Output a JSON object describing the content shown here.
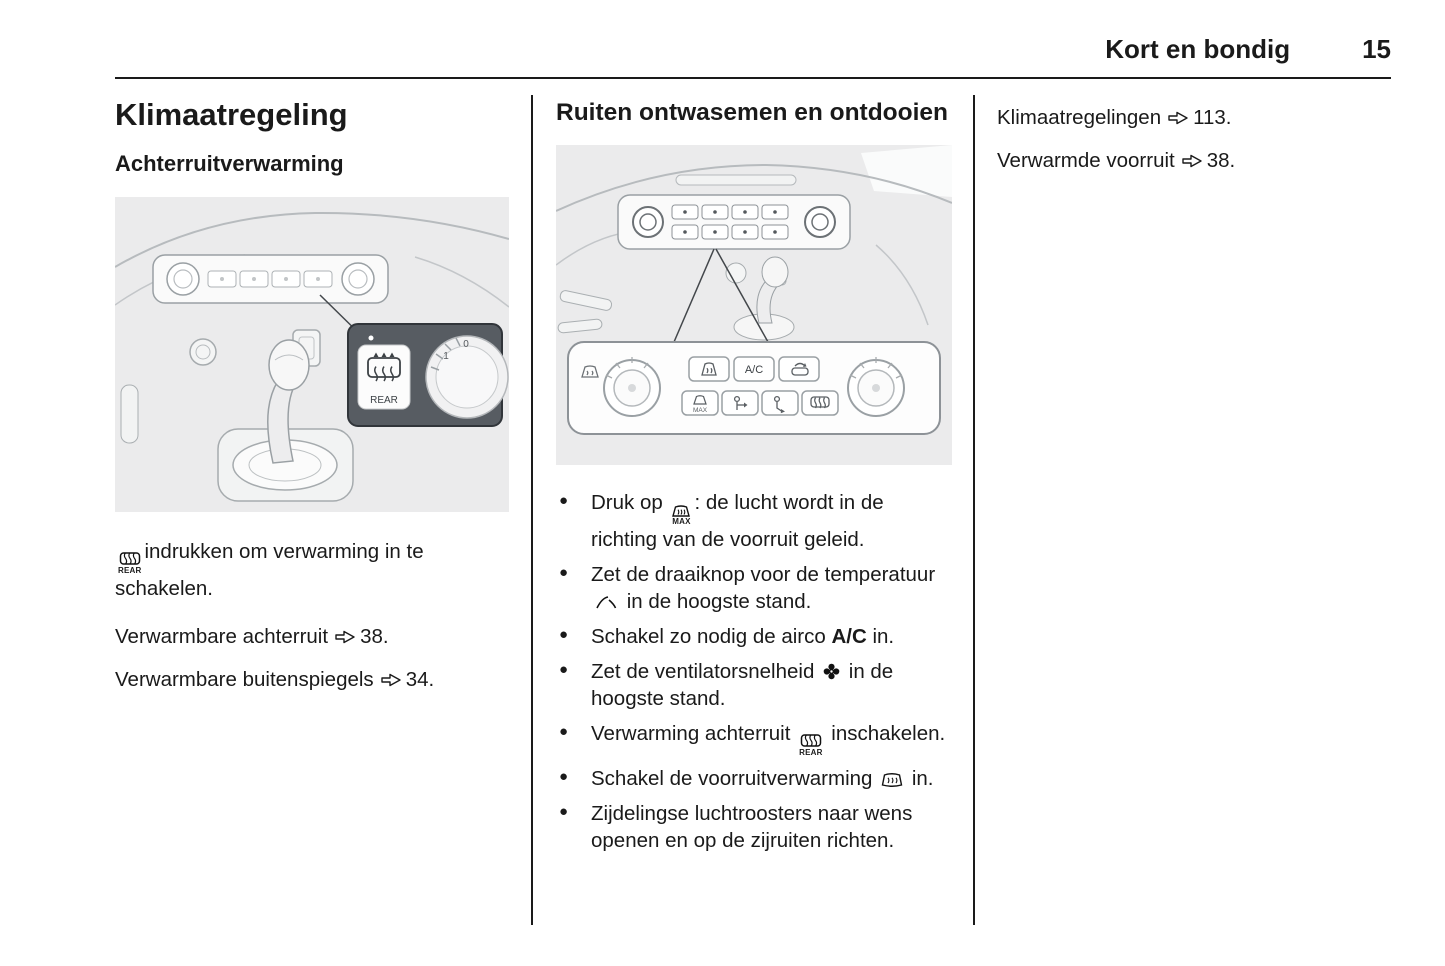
{
  "header": {
    "title": "Kort en bondig",
    "page_number": "15"
  },
  "left_column": {
    "title": "Klimaatregeling",
    "subtitle": "Achterruitverwarming",
    "para_text": "indrukken om verwarming in te schakelen.",
    "refs": [
      {
        "label": "Verwarmbare achterruit",
        "page": "38."
      },
      {
        "label": "Verwarmbare buitenspiegels",
        "page": "34."
      }
    ]
  },
  "middle_column": {
    "title": "Ruiten ontwasemen en ontdooien",
    "bullets": [
      {
        "pre": "Druk op ",
        "post": ": de lucht wordt in de richting van de voorruit geleid."
      },
      {
        "pre": "Zet de draaiknop voor de temperatuur ",
        "post": " in de hoogste stand."
      },
      {
        "pre": "Schakel zo nodig de airco ",
        "strong": "A/C",
        "post": " in."
      },
      {
        "pre": "Zet de ventilatorsnelheid ",
        "post": " in de hoogste stand."
      },
      {
        "pre": "Verwarming achterruit ",
        "post": " inschakelen."
      },
      {
        "pre": "Schakel de voorruitverwarming ",
        "post": " in."
      },
      {
        "pre": "Zijdelingse luchtroosters naar wens openen en op de zijruiten richten."
      }
    ]
  },
  "right_column": {
    "refs": [
      {
        "label": "Klimaatregelingen",
        "page": "113."
      },
      {
        "label": "Verwarmde voorruit",
        "page": "38."
      }
    ]
  },
  "icons": {
    "rear_heating_label": "REAR",
    "max_defrost_label": "MAX",
    "page_ref_arrow": "⇨"
  },
  "figure1": {
    "rear_button_label": "REAR",
    "dial_zero": "0",
    "dial_one": "1"
  },
  "figure2": {
    "ac_button_label": "A/C",
    "max_button_label": "MAX"
  },
  "colors": {
    "callout_background": "#575c62",
    "figure_background": "#ebebec",
    "text": "#1a1a1a"
  }
}
